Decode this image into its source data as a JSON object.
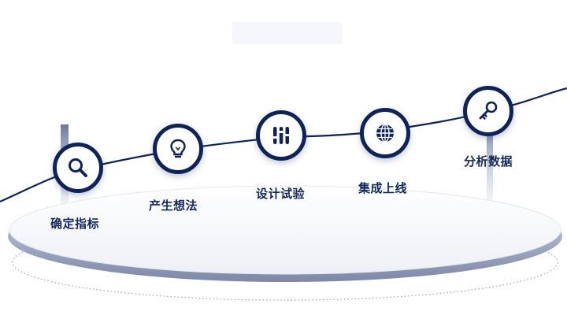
{
  "steps": [
    {
      "label": "确定指标",
      "icon": "magnifier-icon"
    },
    {
      "label": "产生想法",
      "icon": "lightbulb-icon"
    },
    {
      "label": "设计试验",
      "icon": "sliders-icon"
    },
    {
      "label": "集成上线",
      "icon": "globe-icon"
    },
    {
      "label": "分析数据",
      "icon": "key-icon"
    }
  ],
  "colors": {
    "accent": "#0f2357",
    "platform_edge": "#8f99b6"
  }
}
